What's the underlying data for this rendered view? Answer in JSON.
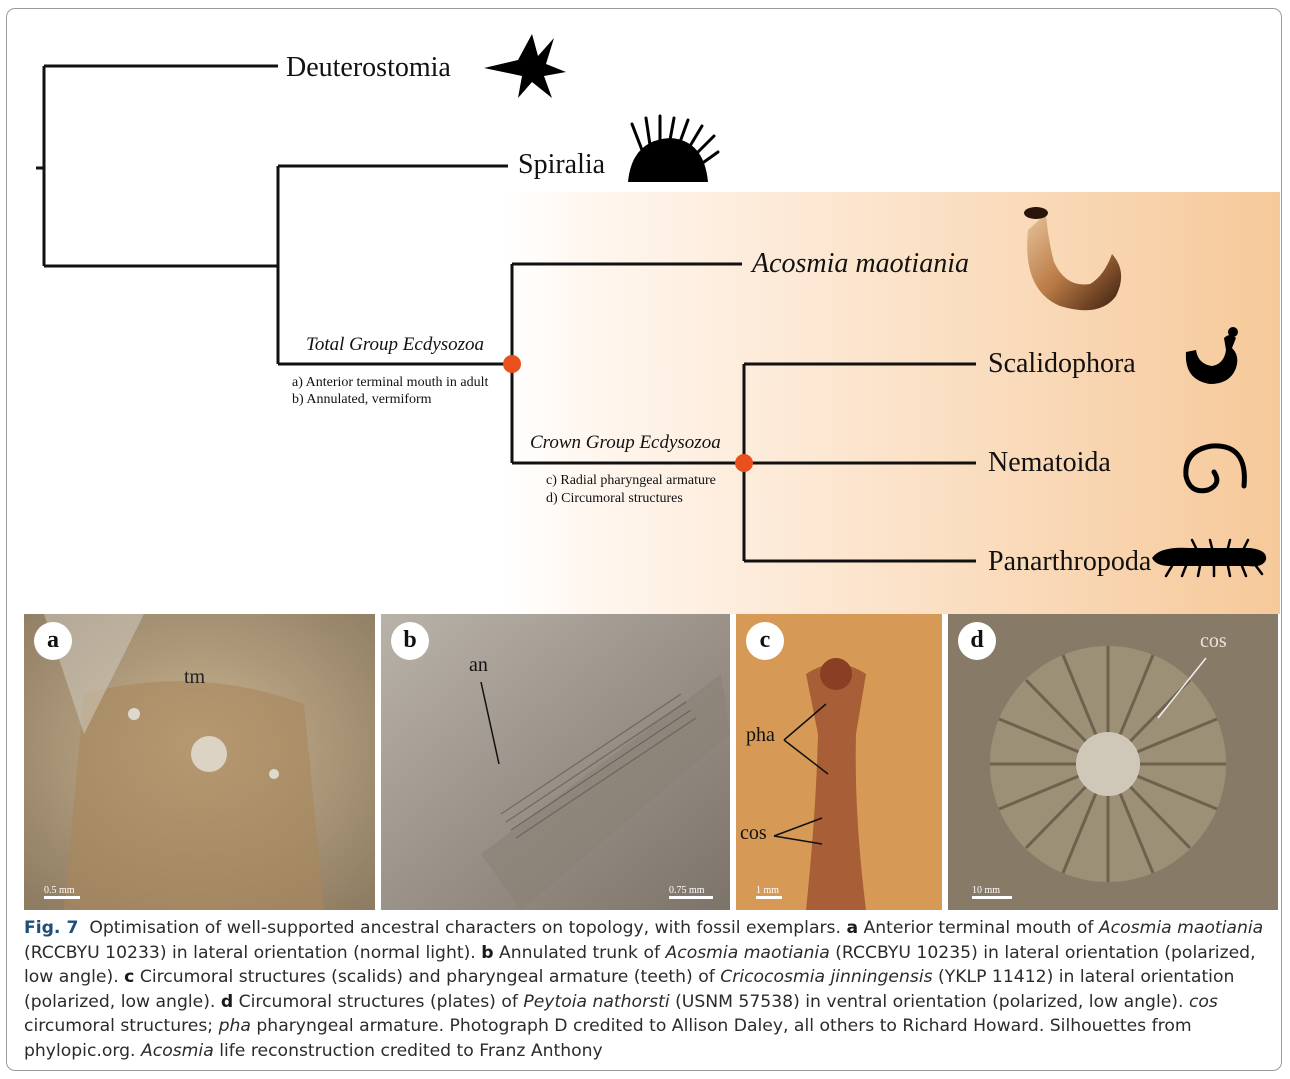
{
  "tree": {
    "deuterostomia": "Deuterostomia",
    "spiralia": "Spiralia",
    "acosmia": "Acosmia maotiania",
    "scalidophora": "Scalidophora",
    "nematoida": "Nematoida",
    "panarthropoda": "Panarthropoda",
    "total_group": "Total Group Ecdysozoa",
    "total_a": "a) Anterior terminal mouth in adult",
    "total_b": "b) Annulated, vermiform",
    "crown_group": "Crown Group Ecdysozoa",
    "crown_c": "c) Radial pharyngeal armature",
    "crown_d": "d) Circumoral structures"
  },
  "panels": [
    {
      "letter": "a",
      "label": "tm",
      "scale": "0.5 mm"
    },
    {
      "letter": "b",
      "label": "an",
      "scale": "0.75 mm"
    },
    {
      "letter": "c",
      "label1": "pha",
      "label2": "cos",
      "scale": "1 mm"
    },
    {
      "letter": "d",
      "label": "cos",
      "scale": "10 mm"
    }
  ],
  "caption": {
    "fig_label": "Fig. 7",
    "intro": "Optimisation of well-supported ancestral characters on topology, with fossil exemplars.",
    "a_label": "a",
    "a_t1": "Anterior terminal mouth of",
    "a_species": "Acosmia maotiania",
    "a_t2": "(RCCBYU 10233) in lateral orientation (normal light).",
    "b_label": "b",
    "b_t1": "Annulated trunk of",
    "b_species": "Acosmia maotiania",
    "b_t2": "(RCCBYU 10235) in lateral orientation (polarized, low angle).",
    "c_label": "c",
    "c_t1": "Circumoral structures (scalids) and pharyngeal armature (teeth) of",
    "c_species": "Cricocosmia jinningensis",
    "c_t2": "(YKLP 11412) in lateral orientation (polarized, low angle).",
    "d_label": "d",
    "d_t1": "Circumoral structures (plates) of",
    "d_species": "Peytoia nathorsti",
    "d_t2": "(USNM 57538) in ventral orientation (polarized, low angle).",
    "cos_abbr": "cos",
    "cos_def": "circumoral structures;",
    "pha_abbr": "pha",
    "pha_def": "pharyngeal armature. Photograph D credited to Allison Daley, all others to Richard Howard. Silhouettes from phylopic.org.",
    "acosmia_word": "Acosmia",
    "credit": "life reconstruction credited to Franz Anthony"
  },
  "colors": {
    "node": "#e8501e",
    "gradient_end": "#f6c99a",
    "caption_label": "#1f4e79"
  }
}
